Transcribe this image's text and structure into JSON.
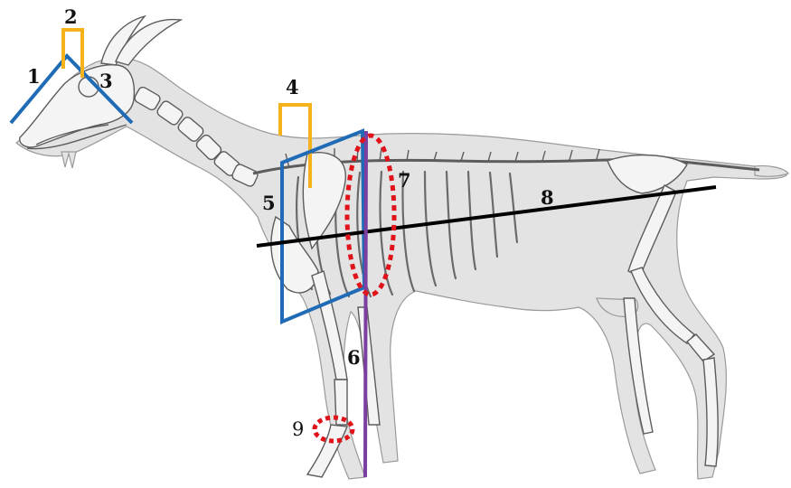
{
  "colors": {
    "blue": "#1f6bb5",
    "orange": "#f5b21b",
    "purple": "#7b3fa1",
    "red": "#e0131b",
    "black": "#000000",
    "silhouette": "#e3e3e3",
    "bone_outline": "#5c5c5c"
  },
  "labels": {
    "l1": "1",
    "l2": "2",
    "l3": "3",
    "l4": "4",
    "l5": "5",
    "l6": "6",
    "l7": "7",
    "l8": "8",
    "l9": "9"
  }
}
